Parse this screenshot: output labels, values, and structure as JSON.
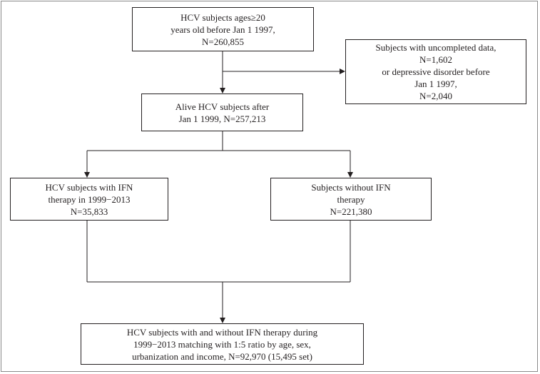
{
  "nodes": {
    "start": {
      "lines": [
        "HCV subjects ages≥20",
        "years old before Jan 1 1997,",
        "N=260,855"
      ]
    },
    "excluded": {
      "lines": [
        "Subjects with uncompleted data,",
        "N=1,602",
        "or depressive disorder before",
        "Jan 1 1997,",
        "N=2,040"
      ]
    },
    "alive": {
      "lines": [
        "Alive HCV subjects after",
        "Jan 1 1999, N=257,213"
      ]
    },
    "with_ifn": {
      "lines": [
        "HCV subjects with IFN",
        "therapy in 1999−2013",
        "N=35,833"
      ]
    },
    "without_ifn": {
      "lines": [
        "Subjects without IFN",
        "therapy",
        "N=221,380"
      ]
    },
    "matched": {
      "lines": [
        "HCV subjects with and without IFN therapy during",
        "1999−2013 matching with 1:5 ratio by age, sex,",
        "urbanization and income, N=92,970 (15,495 set)"
      ]
    }
  }
}
